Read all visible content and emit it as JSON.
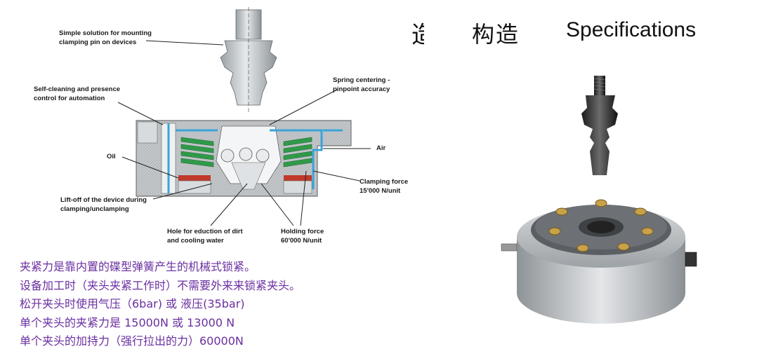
{
  "header": {
    "fragment": "造",
    "title_cn": "构造",
    "title_en": "Specifications"
  },
  "diagram": {
    "callouts": {
      "mounting": "Simple solution for mounting\nclamping pin on devices",
      "self_cleaning": "Self-cleaning and presence\ncontrol for automation",
      "spring": "Spring centering -\npinpoint accuracy",
      "oil": "Oil",
      "air": "Air",
      "lift_off": "Lift-off of the device during\nclamping/unclamping",
      "clamping_force": "Clamping force\n15'000 N/unit",
      "hole": "Hole for eduction of dirt\nand cooling water",
      "holding_force": "Holding force\n60'000 N/unit"
    },
    "colors": {
      "spring": "#2f9a4a",
      "air": "#3aa3d8",
      "oil": "#c0392b",
      "metal": "#b7bcc0"
    }
  },
  "description": {
    "lines": [
      "夹紧力是靠内置的碟型弹簧产生的机械式锁紧。",
      "设备加工时（夹头夹紧工作时）不需要外来来锁紧夹头。",
      "松开夹头时使用气压（6bar) 或 液压(35bar)",
      "单个夹头的夹紧力是 15000N 或 13000 N",
      "单个夹头的加持力（强行拉出的力）60000N"
    ],
    "color": "#6a2fa0"
  },
  "photos": {
    "pin": "clamping-pin-photo",
    "module": "clamping-module-photo"
  }
}
